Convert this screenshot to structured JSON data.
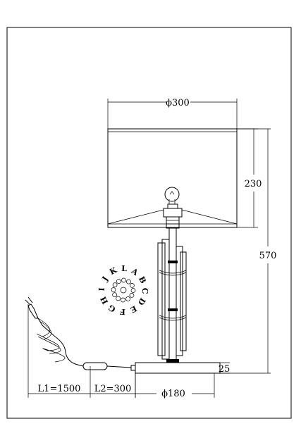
{
  "dimensions": {
    "shade_diameter": "ϕ300",
    "shade_height": "230",
    "total_height": "570",
    "base_height": "25",
    "base_diameter": "ϕ180",
    "cable_l1": "L1=1500",
    "cable_l2": "L2=300"
  },
  "dial_letters": [
    "K",
    "L",
    "A",
    "B",
    "C",
    "D",
    "E",
    "F",
    "G",
    "H",
    "I",
    "J"
  ]
}
